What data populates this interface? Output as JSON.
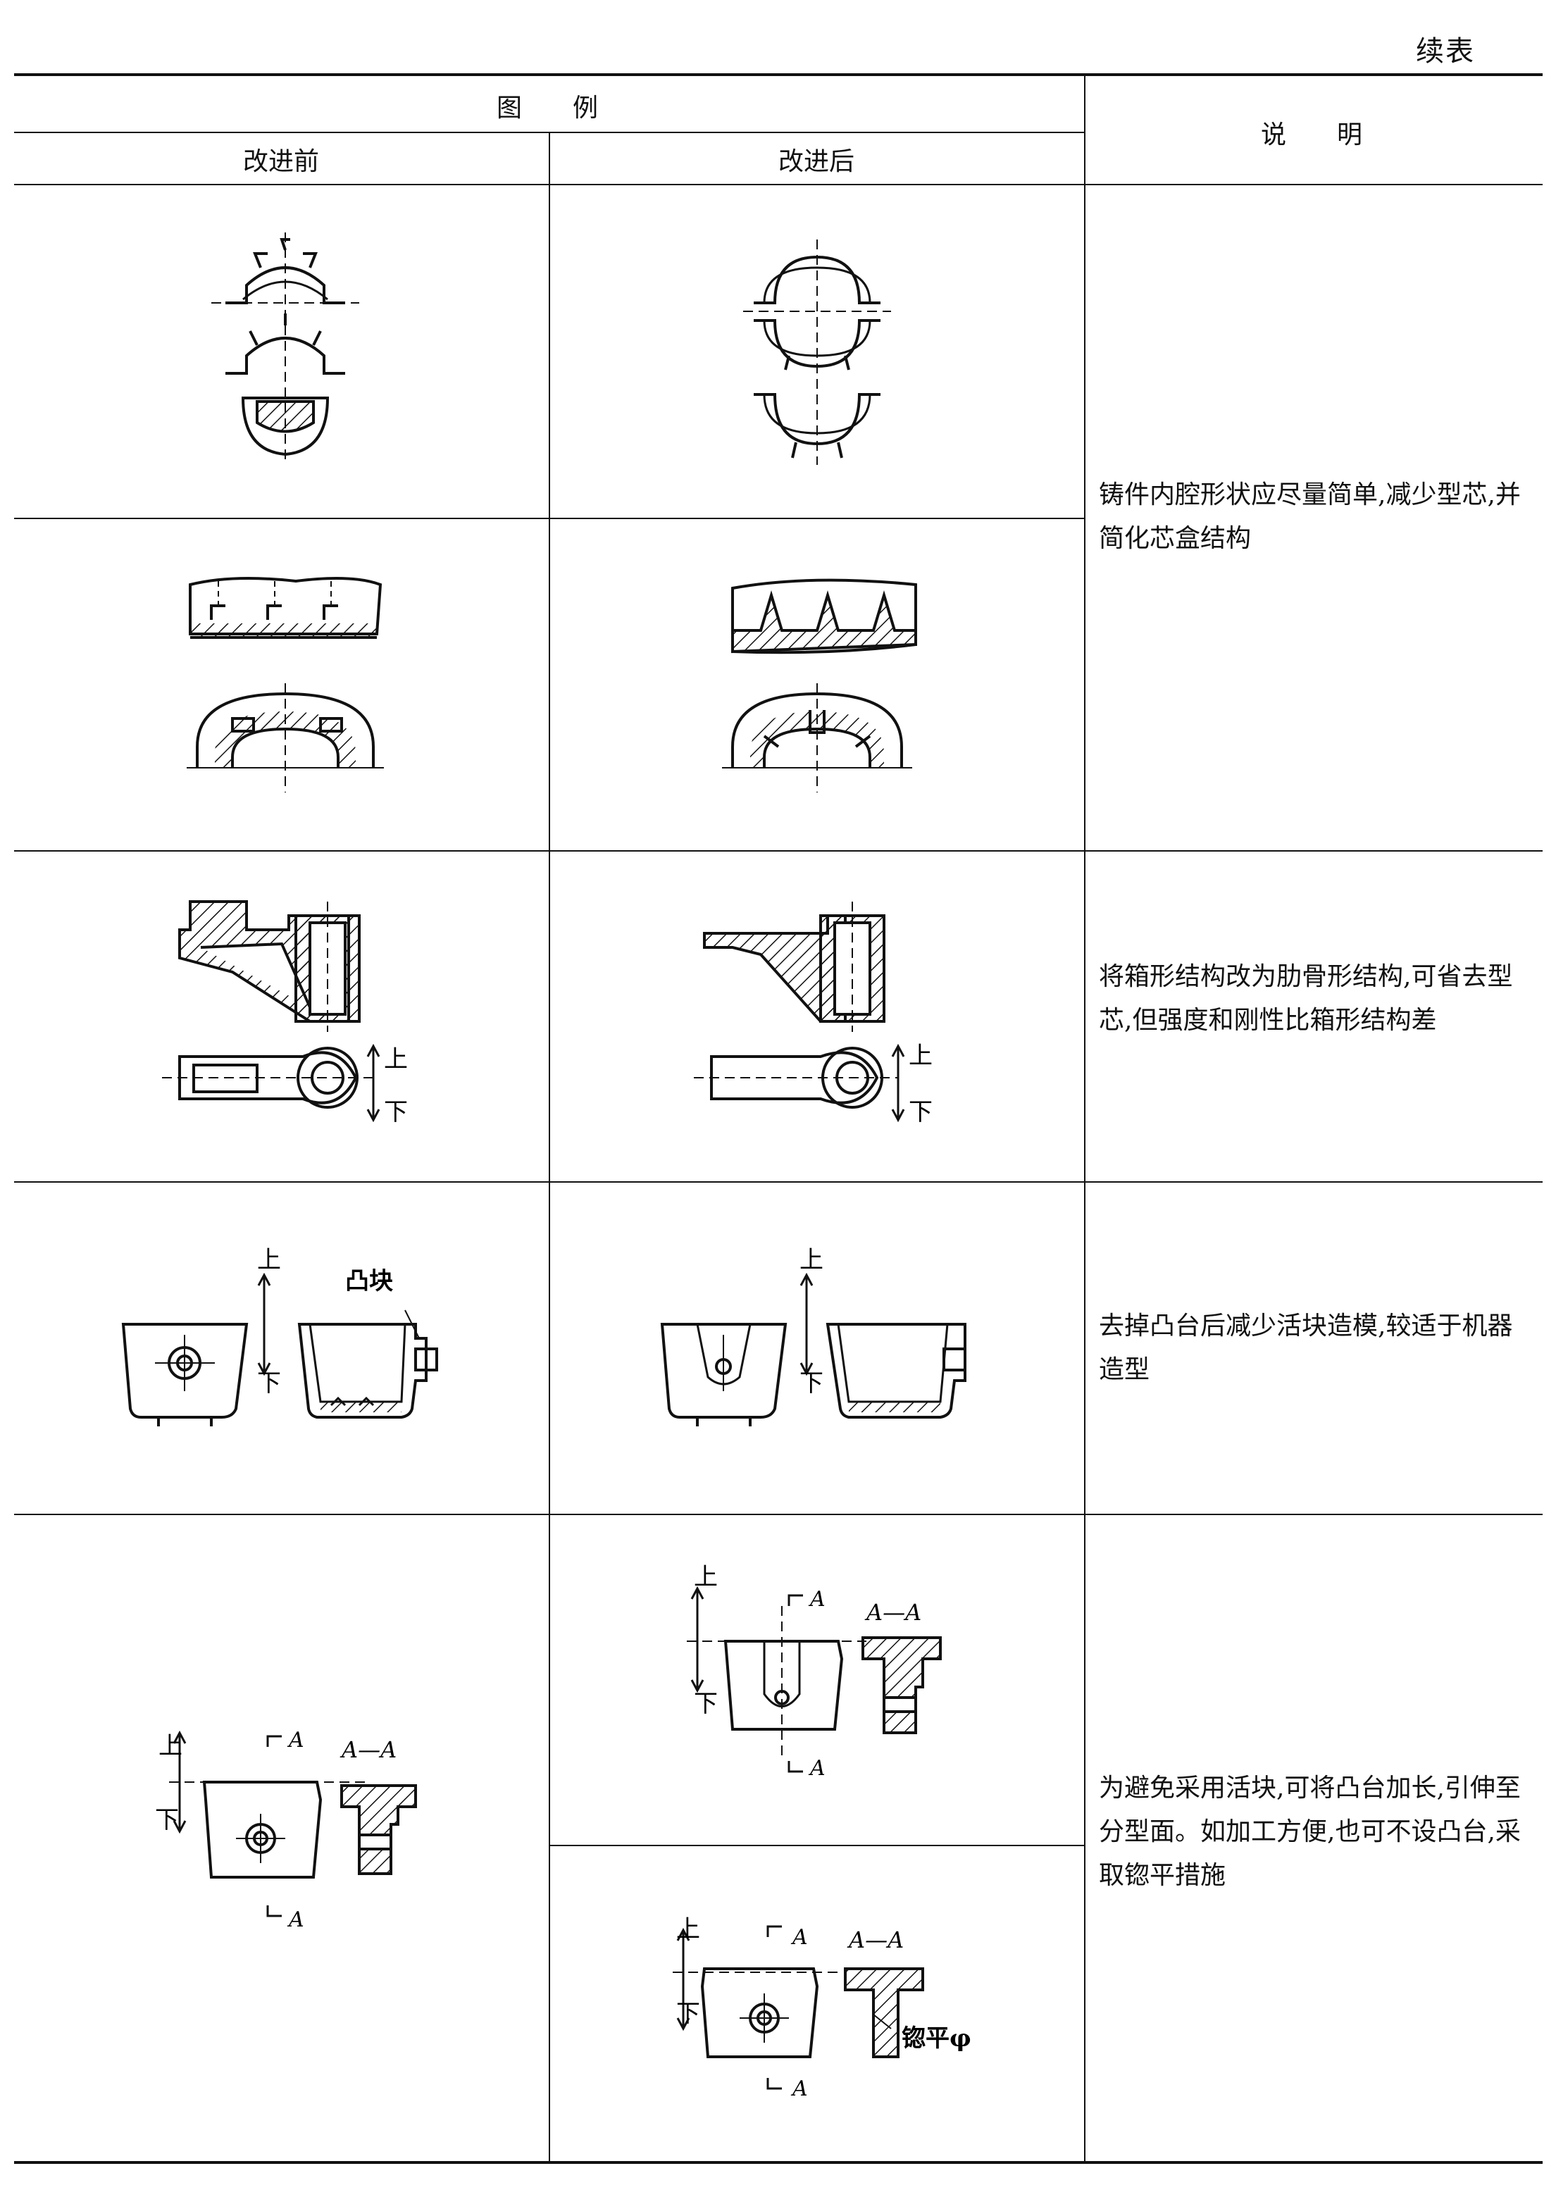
{
  "continued": "续表",
  "header": {
    "legend": "图　　例",
    "before": "改进前",
    "after": "改进后",
    "remark": "说　　明"
  },
  "labels": {
    "up": "上",
    "down": "下",
    "boss": "凸块",
    "section_mark": "A",
    "section_title": "A—A",
    "spotface": "锪平φ"
  },
  "rows": [
    {
      "note": "铸件内腔形状应尽量简单,减少型芯,并简化芯盒结构"
    },
    {
      "note": "将箱形结构改为肋骨形结构,可省去型芯,但强度和刚性比箱形结构差"
    },
    {
      "note": "去掉凸台后减少活块造模,较适于机器造型"
    },
    {
      "note": "为避免采用活块,可将凸台加长,引伸至分型面。如加工方便,也可不设凸台,采取锪平措施"
    }
  ]
}
